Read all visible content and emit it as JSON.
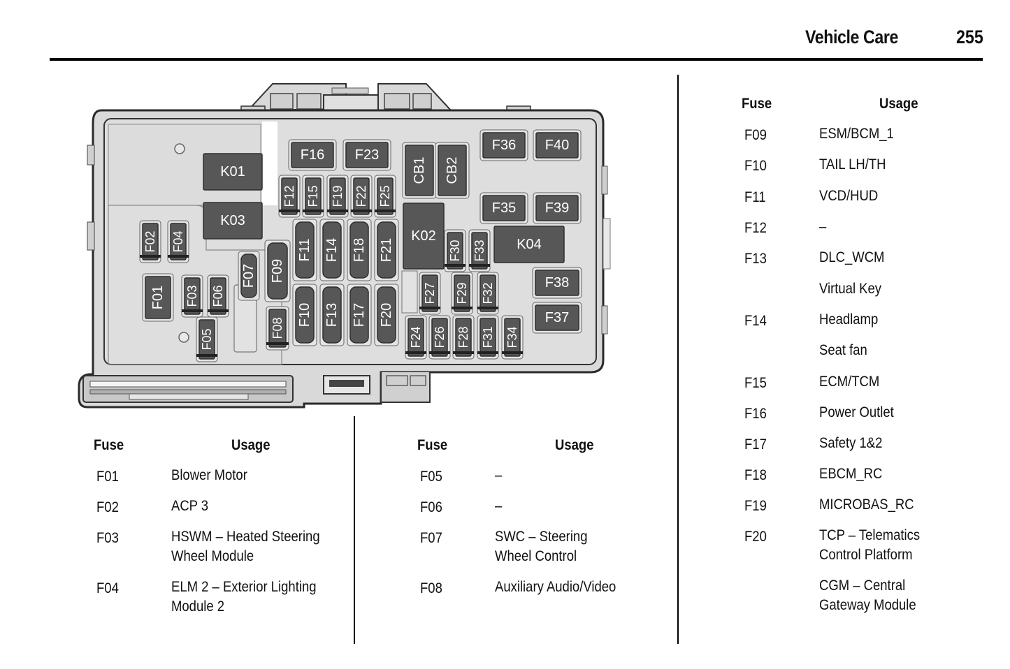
{
  "header": {
    "section_title": "Vehicle Care",
    "page_number": "255"
  },
  "diagram": {
    "relays": [
      "K01",
      "K02",
      "K03",
      "K04"
    ],
    "circuit_breakers": [
      "CB1",
      "CB2"
    ],
    "fuses": {
      "F01": "F01",
      "F02": "F02",
      "F03": "F03",
      "F04": "F04",
      "F05": "F05",
      "F06": "F06",
      "F07": "F07",
      "F08": "F08",
      "F09": "F09",
      "F10": "F10",
      "F11": "F11",
      "F12": "F12",
      "F13": "F13",
      "F14": "F14",
      "F15": "F15",
      "F16": "F16",
      "F17": "F17",
      "F18": "F18",
      "F19": "F19",
      "F20": "F20",
      "F21": "F21",
      "F22": "F22",
      "F23": "F23",
      "F24": "F24",
      "F25": "F25",
      "F26": "F26",
      "F27": "F27",
      "F28": "F28",
      "F29": "F29",
      "F30": "F30",
      "F31": "F31",
      "F32": "F32",
      "F33": "F33",
      "F34": "F34",
      "F35": "F35",
      "F36": "F36",
      "F37": "F37",
      "F38": "F38",
      "F39": "F39",
      "F40": "F40"
    }
  },
  "tables": [
    {
      "header_fuse": "Fuse",
      "header_usage": "Usage",
      "rows": [
        {
          "fuse": "F01",
          "usage": "Blower Motor"
        },
        {
          "fuse": "F02",
          "usage": "ACP 3"
        },
        {
          "fuse": "F03",
          "usage": "HSWM – Heated Steering\nWheel Module"
        },
        {
          "fuse": "F04",
          "usage": "ELM 2 – Exterior Lighting\nModule 2"
        }
      ]
    },
    {
      "header_fuse": "Fuse",
      "header_usage": "Usage",
      "rows": [
        {
          "fuse": "F05",
          "usage": "–"
        },
        {
          "fuse": "F06",
          "usage": "–"
        },
        {
          "fuse": "F07",
          "usage": "SWC – Steering\nWheel Control"
        },
        {
          "fuse": "F08",
          "usage": "Auxiliary Audio/Video"
        }
      ]
    },
    {
      "header_fuse": "Fuse",
      "header_usage": "Usage",
      "rows": [
        {
          "fuse": "F09",
          "usage": "ESM/BCM_1"
        },
        {
          "fuse": "F10",
          "usage": "TAIL LH/TH"
        },
        {
          "fuse": "F11",
          "usage": "VCD/HUD"
        },
        {
          "fuse": "F12",
          "usage": "–"
        },
        {
          "fuse": "F13",
          "usage": "DLC_WCM"
        },
        {
          "fuse": "",
          "usage": "Virtual Key"
        },
        {
          "fuse": "F14",
          "usage": "Headlamp"
        },
        {
          "fuse": "",
          "usage": "Seat fan"
        },
        {
          "fuse": "F15",
          "usage": "ECM/TCM"
        },
        {
          "fuse": "F16",
          "usage": "Power Outlet"
        },
        {
          "fuse": "F17",
          "usage": "Safety 1&2"
        },
        {
          "fuse": "F18",
          "usage": "EBCM_RC"
        },
        {
          "fuse": "F19",
          "usage": "MICROBAS_RC"
        },
        {
          "fuse": "F20",
          "usage": "TCP – Telematics\nControl Platform"
        },
        {
          "fuse": "",
          "usage": "CGM – Central\nGateway Module"
        }
      ]
    }
  ]
}
